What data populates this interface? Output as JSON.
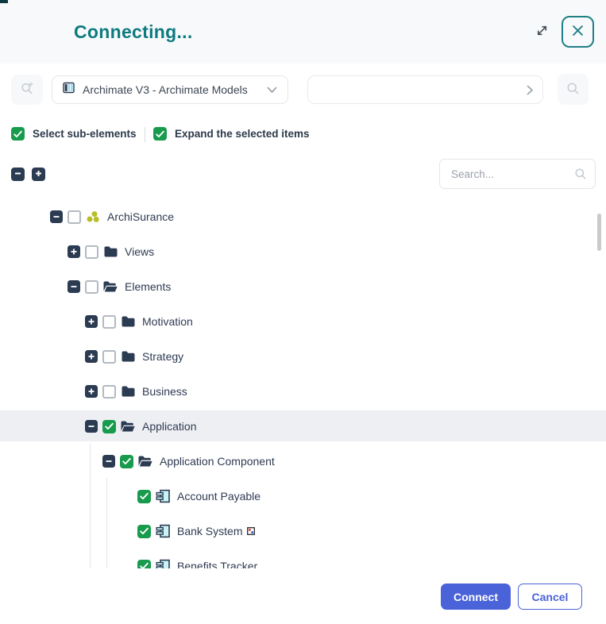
{
  "header": {
    "title": "Connecting..."
  },
  "source_bar": {
    "model_select": {
      "value": "Archimate V3 - Archimate Models",
      "icon": "table-columns"
    },
    "target_input": {
      "value": "",
      "placeholder": ""
    }
  },
  "options": {
    "select_sub_elements": {
      "label": "Select sub-elements",
      "checked": true
    },
    "expand_selected": {
      "label": "Expand the selected items",
      "checked": true
    }
  },
  "tree_controls": {
    "search": {
      "value": "",
      "placeholder": "Search..."
    }
  },
  "tree": {
    "items": [
      {
        "label": "ArchiSurance",
        "level": 0,
        "expander": "collapse",
        "checked": false,
        "icon": "archimate-model"
      },
      {
        "label": "Views",
        "level": 1,
        "expander": "expand",
        "checked": false,
        "icon": "folder-closed"
      },
      {
        "label": "Elements",
        "level": 1,
        "expander": "collapse",
        "checked": false,
        "icon": "folder-open"
      },
      {
        "label": "Motivation",
        "level": 2,
        "expander": "expand",
        "checked": false,
        "icon": "folder-closed"
      },
      {
        "label": "Strategy",
        "level": 2,
        "expander": "expand",
        "checked": false,
        "icon": "folder-closed"
      },
      {
        "label": "Business",
        "level": 2,
        "expander": "expand",
        "checked": false,
        "icon": "folder-closed"
      },
      {
        "label": "Application",
        "level": 2,
        "expander": "collapse",
        "checked": true,
        "icon": "folder-open",
        "highlighted": true
      },
      {
        "label": "Application Component",
        "level": 3,
        "expander": "collapse",
        "checked": true,
        "icon": "folder-open"
      },
      {
        "label": "Account Payable",
        "level": 4,
        "expander": null,
        "checked": true,
        "icon": "component"
      },
      {
        "label": "Bank System",
        "level": 4,
        "expander": null,
        "checked": true,
        "icon": "component",
        "badge": "external-reference"
      },
      {
        "label": "Benefits Tracker",
        "level": 4,
        "expander": null,
        "checked": true,
        "icon": "component",
        "clipped": true
      }
    ]
  },
  "footer": {
    "connect_label": "Connect",
    "cancel_label": "Cancel"
  },
  "colors": {
    "accent_teal": "#0d7a80",
    "navy": "#2b3b52",
    "checkbox_green": "#189b4d",
    "button_indigo": "#4a63d8",
    "archimate_olive": "#b6bf29",
    "component_fill": "#c9f3f5",
    "highlight_row": "#edeff2",
    "header_bg": "#f8f9fb"
  }
}
